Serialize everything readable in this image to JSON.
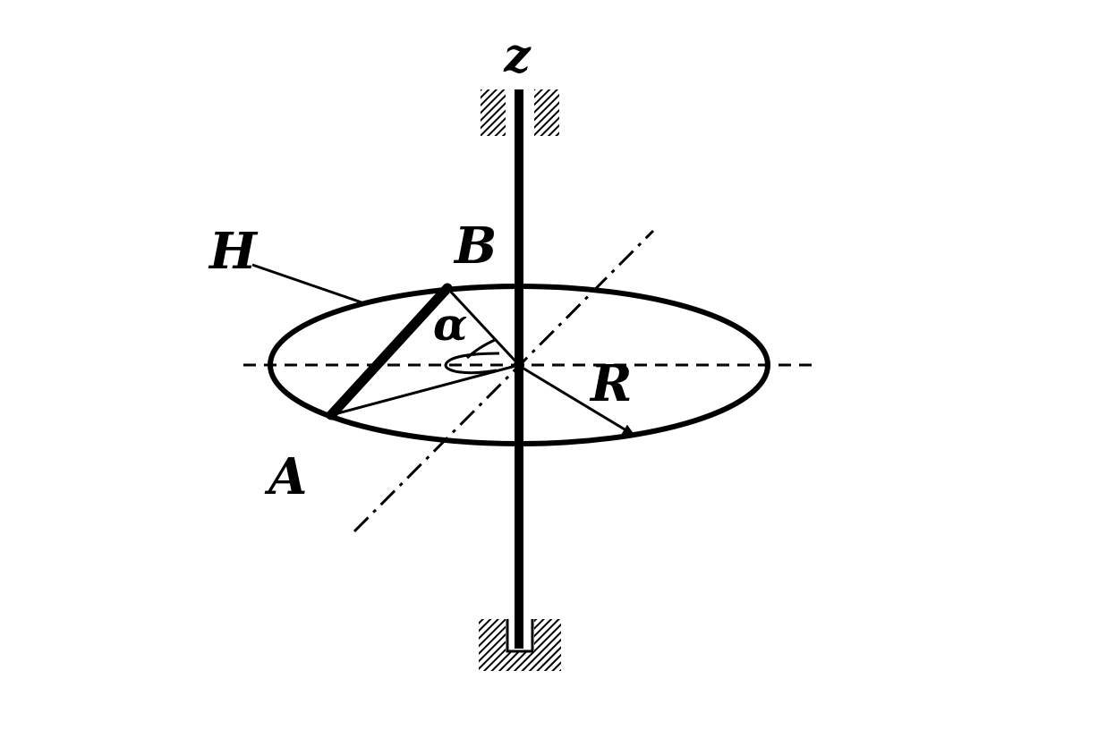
{
  "diagram": {
    "labels": {
      "axis": "z",
      "disk": "H",
      "point_b": "B",
      "point_a": "A",
      "angle": "α",
      "radius": "R"
    },
    "colors": {
      "ink": "#000000",
      "paper": "#ffffff"
    }
  }
}
